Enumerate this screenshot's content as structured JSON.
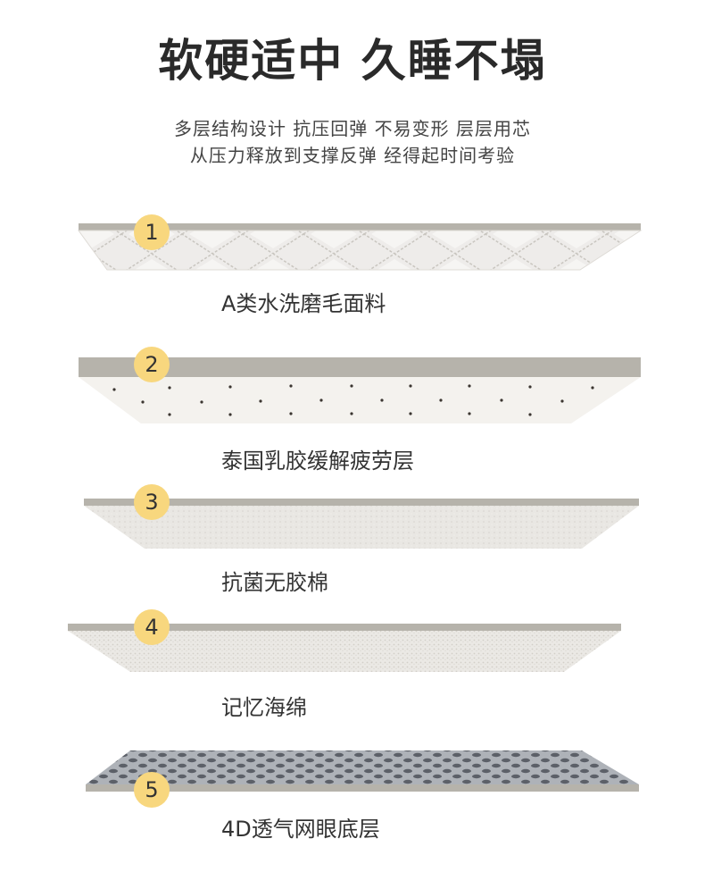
{
  "header": {
    "title": "软硬适中 久睡不塌",
    "subtitle_line1": "多层结构设计 抗压回弹 不易变形 层层用芯",
    "subtitle_line2": "从压力释放到支撑反弹 经得起时间考验"
  },
  "layers": [
    {
      "number": "1",
      "label": "A类水洗磨毛面料"
    },
    {
      "number": "2",
      "label": "泰国乳胶缓解疲劳层"
    },
    {
      "number": "3",
      "label": "抗菌无胶棉"
    },
    {
      "number": "4",
      "label": "记忆海绵"
    },
    {
      "number": "5",
      "label": "4D透气网眼底层"
    }
  ],
  "colors": {
    "badge": "#f8d77e",
    "layer_edge": "#b6b3ab",
    "title_text": "#2a2a2a"
  }
}
